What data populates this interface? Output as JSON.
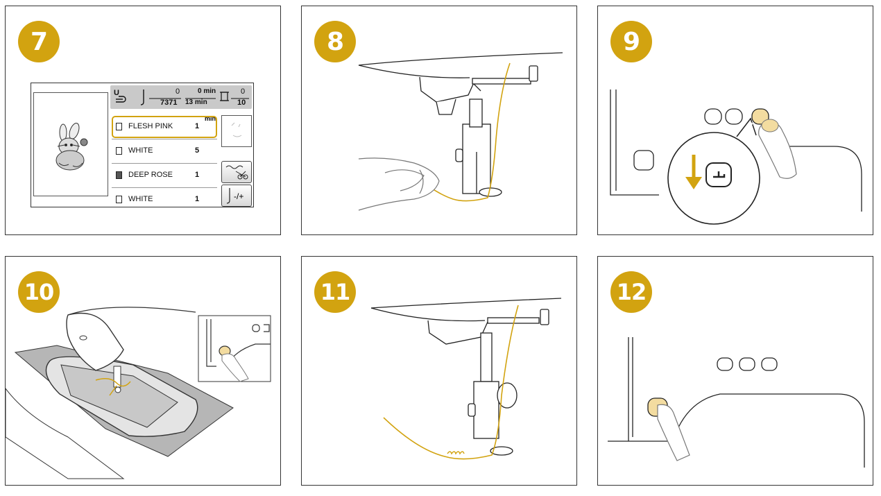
{
  "accent_color": "#d2a310",
  "steps": [
    {
      "number": "7"
    },
    {
      "number": "8"
    },
    {
      "number": "9"
    },
    {
      "number": "10"
    },
    {
      "number": "11"
    },
    {
      "number": "12"
    }
  ],
  "screen": {
    "stitch_count": "0",
    "stitch_total": "7371",
    "time_done": "0 min",
    "time_total": "13 min",
    "color_done": "0",
    "color_total": "10",
    "min_label": "min",
    "threads": [
      {
        "name": "FLESH PINK",
        "count": "1",
        "selected": true
      },
      {
        "name": "WHITE",
        "count": "5"
      },
      {
        "name": "DEEP ROSE",
        "count": "1"
      },
      {
        "name": "WHITE",
        "count": "1"
      }
    ],
    "button_plus_minus": "-/+"
  },
  "icons": {
    "presser_foot": "presser-foot-icon",
    "arrow_down": "arrow-down-icon",
    "scissors": "scissors-icon"
  }
}
